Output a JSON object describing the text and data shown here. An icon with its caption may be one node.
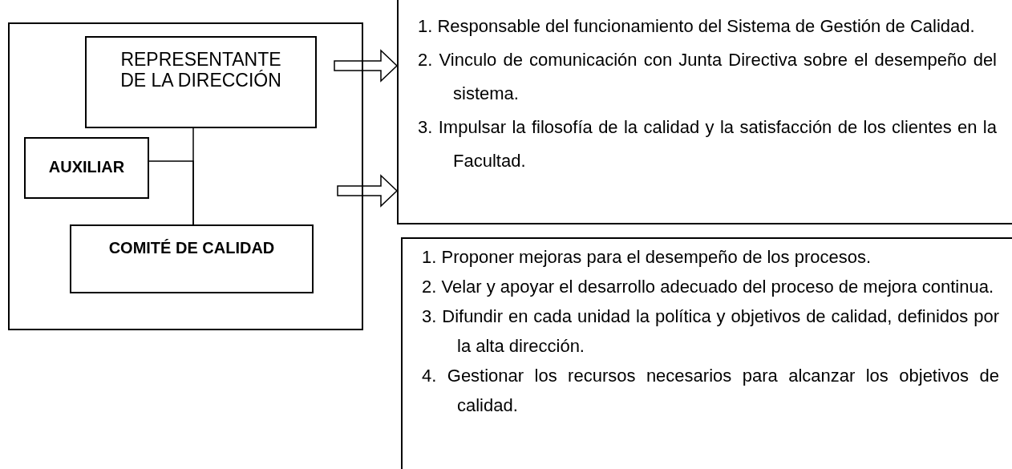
{
  "diagram": {
    "nodes": [
      {
        "text": [],
        "shape": "box"
      },
      {
        "text": [
          "REPRESENTANTE DE LA DIRECCIÓN"
        ],
        "in": 0
      },
      {
        "text": [
          "AUXILIAR"
        ],
        "in": 0
      },
      {
        "text": [
          "COMITÉ DE CALIDAD"
        ],
        "in": 0
      },
      {
        "text": [
          "1. Responsable del funcionamiento del Sistema de Gestión de Calidad.",
          "2. Vinculo de comunicación con Junta Directiva sobre el desempeño del sistema.",
          "3. Impulsar la filosofía de la calidad y la satisfacción de los clientes en la Facultad."
        ]
      },
      {
        "text": [
          "1. Proponer mejoras para el desempeño de los procesos.",
          "2. Velar y apoyar el desarrollo adecuado del proceso de mejora continua.",
          "3. Difundir en cada unidad la política y objetivos de calidad, definidos por la alta dirección.",
          "4. Gestionar los recursos necesarios para alcanzar los objetivos de calidad."
        ]
      }
    ],
    "edges": [
      {
        "from": 1,
        "to": 3,
        "arrow": "none"
      },
      {
        "from": 2,
        "to": 3,
        "arrow": "none"
      },
      {
        "from": 0,
        "to": 4,
        "arrow": "to"
      },
      {
        "from": 0,
        "to": 4,
        "arrow": "to"
      }
    ]
  }
}
